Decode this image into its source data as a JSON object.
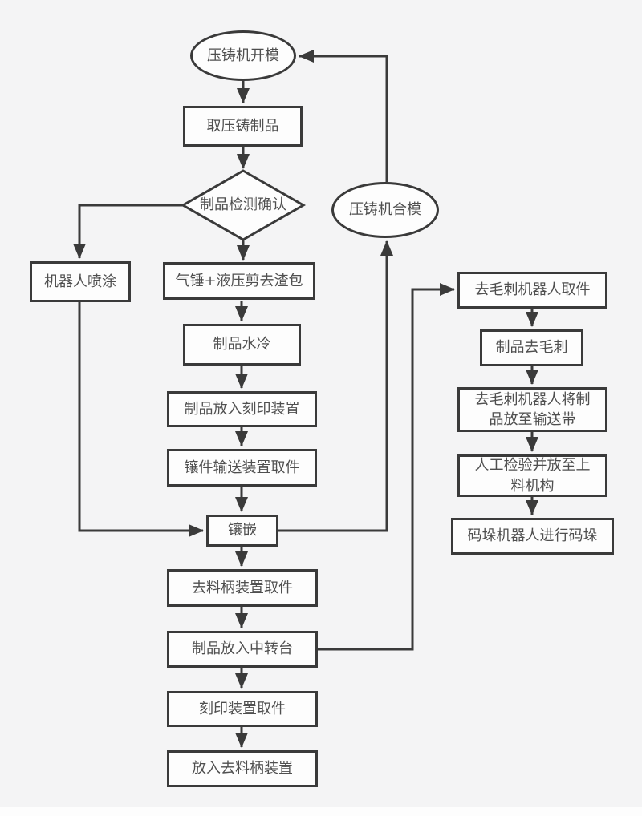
{
  "diagram": {
    "type": "flowchart",
    "language": "zh-CN",
    "colors": {
      "background": "#f4f4f5",
      "line": "#3a3a3a",
      "node_fill": "#fdfdfd",
      "node_border": "#3a3a3a",
      "text": "#4f4f4f"
    },
    "nodes": {
      "open_mold": {
        "shape": "ellipse",
        "label": "压铸机开模"
      },
      "take_product": {
        "shape": "rect",
        "label": "取压铸制品"
      },
      "inspect": {
        "shape": "diamond",
        "label": "制品检测确认"
      },
      "robot_spray": {
        "shape": "rect",
        "label": "机器人喷涂"
      },
      "hammer_shear": {
        "shape": "rect",
        "label": "气锤+液压剪去渣包"
      },
      "water_cool": {
        "shape": "rect",
        "label": "制品水冷"
      },
      "place_marking": {
        "shape": "rect",
        "label": "制品放入刻印装置"
      },
      "insert_pick": {
        "shape": "rect",
        "label": "镶件输送装置取件"
      },
      "inlay": {
        "shape": "rect",
        "label": "镶嵌"
      },
      "desprue_pick": {
        "shape": "rect",
        "label": "去料柄装置取件"
      },
      "transfer_table": {
        "shape": "rect",
        "label": "制品放入中转台"
      },
      "marking_pick": {
        "shape": "rect",
        "label": "刻印装置取件"
      },
      "place_desprue": {
        "shape": "rect",
        "label": "放入去料柄装置"
      },
      "close_mold": {
        "shape": "ellipse",
        "label": "压铸机合模"
      },
      "deburr_pick": {
        "shape": "rect",
        "label": "去毛刺机器人取件"
      },
      "deburr": {
        "shape": "rect",
        "label": "制品去毛刺"
      },
      "deburr_conveyor": {
        "shape": "rect",
        "label": "去毛刺机器人将制品放至输送带"
      },
      "manual_check": {
        "shape": "rect",
        "label": "人工检验并放至上料机构"
      },
      "palletize": {
        "shape": "rect",
        "label": "码垛机器人进行码垛"
      }
    },
    "edges": [
      "open_mold -> take_product",
      "take_product -> inspect",
      "inspect -> hammer_shear",
      "inspect -> robot_spray",
      "robot_spray -> inlay",
      "hammer_shear -> water_cool",
      "water_cool -> place_marking",
      "place_marking -> insert_pick",
      "insert_pick -> inlay",
      "inlay -> desprue_pick",
      "inlay -> close_mold",
      "close_mold -> open_mold",
      "desprue_pick -> transfer_table",
      "transfer_table -> marking_pick",
      "transfer_table -> deburr_pick",
      "marking_pick -> place_desprue",
      "deburr_pick -> deburr",
      "deburr -> deburr_conveyor",
      "deburr_conveyor -> manual_check",
      "manual_check -> palletize"
    ]
  }
}
